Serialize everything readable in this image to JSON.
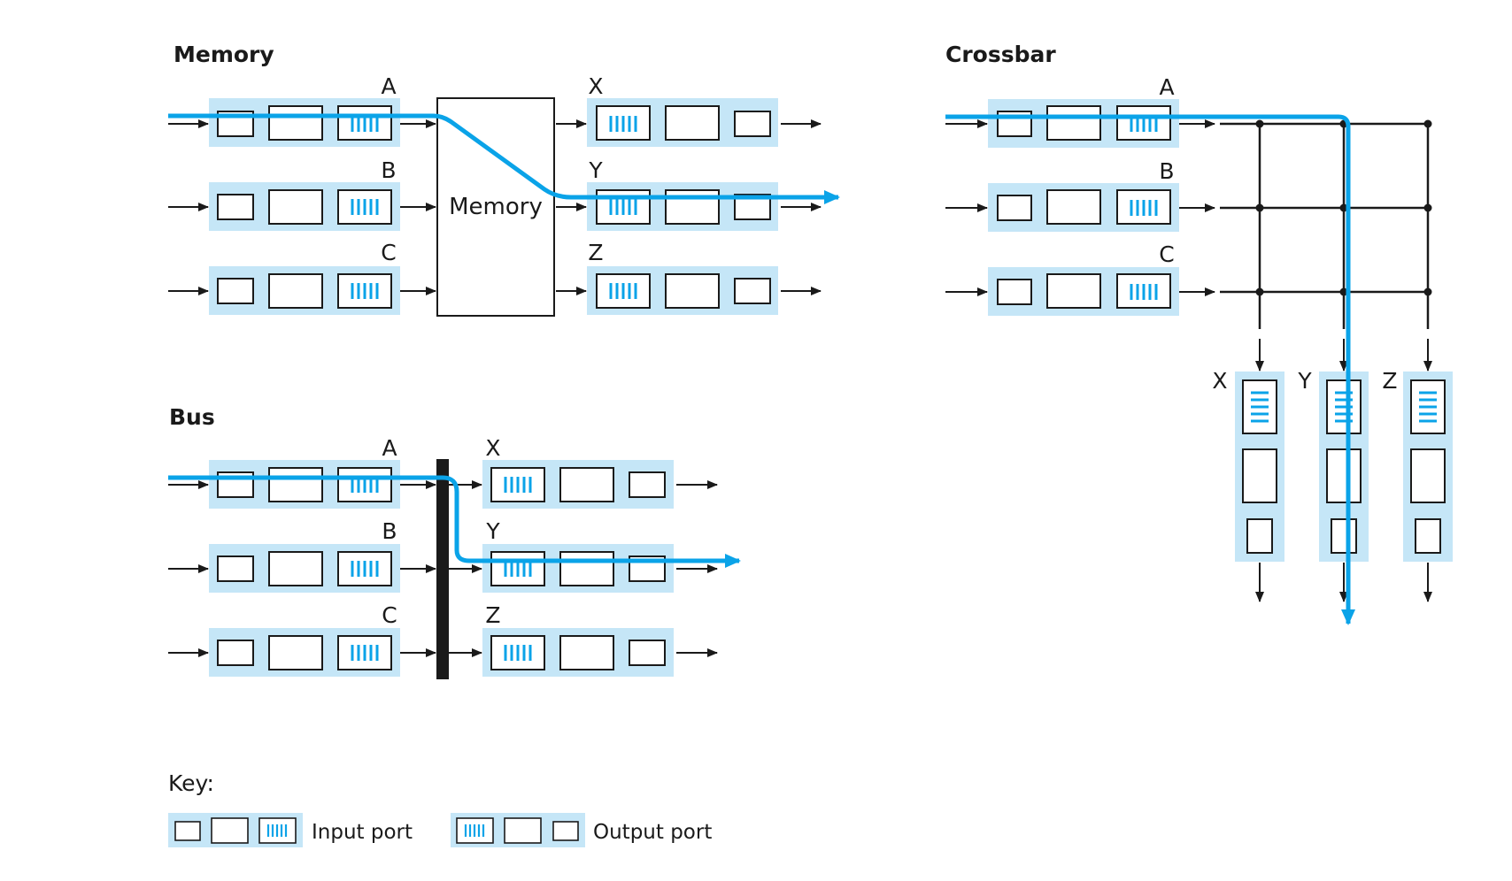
{
  "memory": {
    "title": "Memory",
    "box_label": "Memory",
    "inputs": [
      "A",
      "B",
      "C"
    ],
    "outputs": [
      "X",
      "Y",
      "Z"
    ]
  },
  "bus": {
    "title": "Bus",
    "inputs": [
      "A",
      "B",
      "C"
    ],
    "outputs": [
      "X",
      "Y",
      "Z"
    ]
  },
  "crossbar": {
    "title": "Crossbar",
    "inputs": [
      "A",
      "B",
      "C"
    ],
    "outputs": [
      "X",
      "Y",
      "Z"
    ]
  },
  "key": {
    "title": "Key:",
    "input_port": "Input port",
    "output_port": "Output port"
  },
  "colors": {
    "port_fill": "#c5e6f7",
    "accent": "#0aa3e8",
    "line": "#1a1a1a",
    "bus_bar": "#1a1a1a"
  }
}
